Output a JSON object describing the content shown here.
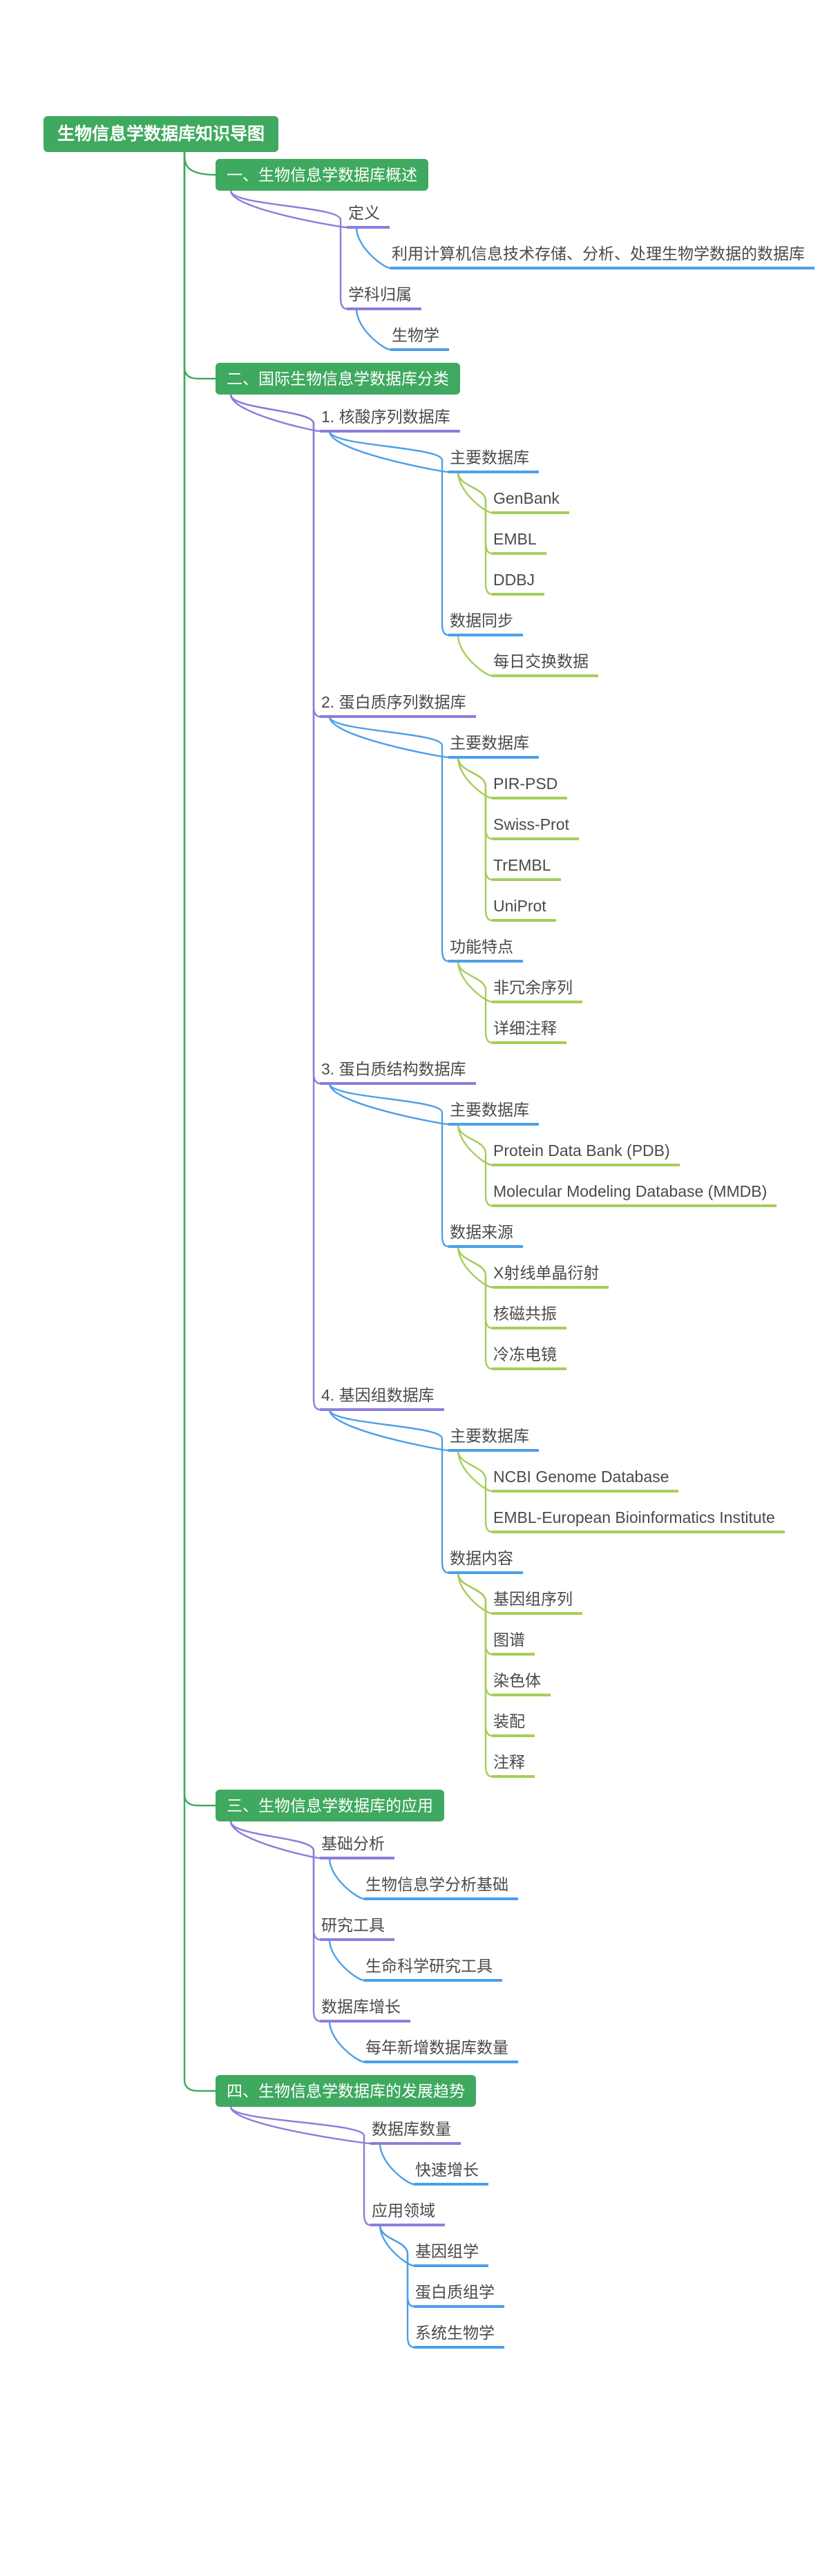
{
  "colors": {
    "primary_green": "#3FA95F",
    "branch_purple": "#8E7CDB",
    "branch_blue": "#4C9FE8",
    "branch_lime": "#A5CE5A",
    "text": "#4A4A4A",
    "box_text": "#FFFFFF",
    "background": "#FFFFFF"
  },
  "mindmap": {
    "root": {
      "label": "生物信息学数据库知识导图",
      "children": [
        {
          "label": "一、生物信息学数据库概述",
          "children": [
            {
              "label": "定义",
              "children": [
                {
                  "label": "利用计算机信息技术存储、分析、处理生物学数据的数据库"
                }
              ]
            },
            {
              "label": "学科归属",
              "children": [
                {
                  "label": "生物学"
                }
              ]
            }
          ]
        },
        {
          "label": "二、国际生物信息学数据库分类",
          "children": [
            {
              "label": "1. 核酸序列数据库",
              "children": [
                {
                  "label": "主要数据库",
                  "children": [
                    {
                      "label": "GenBank"
                    },
                    {
                      "label": "EMBL"
                    },
                    {
                      "label": "DDBJ"
                    }
                  ]
                },
                {
                  "label": "数据同步",
                  "children": [
                    {
                      "label": "每日交换数据"
                    }
                  ]
                }
              ]
            },
            {
              "label": "2. 蛋白质序列数据库",
              "children": [
                {
                  "label": "主要数据库",
                  "children": [
                    {
                      "label": "PIR-PSD"
                    },
                    {
                      "label": "Swiss-Prot"
                    },
                    {
                      "label": "TrEMBL"
                    },
                    {
                      "label": "UniProt"
                    }
                  ]
                },
                {
                  "label": "功能特点",
                  "children": [
                    {
                      "label": "非冗余序列"
                    },
                    {
                      "label": "详细注释"
                    }
                  ]
                }
              ]
            },
            {
              "label": "3. 蛋白质结构数据库",
              "children": [
                {
                  "label": "主要数据库",
                  "children": [
                    {
                      "label": "Protein Data Bank (PDB)"
                    },
                    {
                      "label": "Molecular Modeling Database (MMDB)"
                    }
                  ]
                },
                {
                  "label": "数据来源",
                  "children": [
                    {
                      "label": "X射线单晶衍射"
                    },
                    {
                      "label": "核磁共振"
                    },
                    {
                      "label": "冷冻电镜"
                    }
                  ]
                }
              ]
            },
            {
              "label": "4. 基因组数据库",
              "children": [
                {
                  "label": "主要数据库",
                  "children": [
                    {
                      "label": "NCBI Genome Database"
                    },
                    {
                      "label": "EMBL-European Bioinformatics Institute"
                    }
                  ]
                },
                {
                  "label": "数据内容",
                  "children": [
                    {
                      "label": "基因组序列"
                    },
                    {
                      "label": "图谱"
                    },
                    {
                      "label": "染色体"
                    },
                    {
                      "label": "装配"
                    },
                    {
                      "label": "注释"
                    }
                  ]
                }
              ]
            }
          ]
        },
        {
          "label": "三、生物信息学数据库的应用",
          "children": [
            {
              "label": "基础分析",
              "children": [
                {
                  "label": "生物信息学分析基础"
                }
              ]
            },
            {
              "label": "研究工具",
              "children": [
                {
                  "label": "生命科学研究工具"
                }
              ]
            },
            {
              "label": "数据库增长",
              "children": [
                {
                  "label": "每年新增数据库数量"
                }
              ]
            }
          ]
        },
        {
          "label": "四、生物信息学数据库的发展趋势",
          "children": [
            {
              "label": "数据库数量",
              "children": [
                {
                  "label": "快速增长"
                }
              ]
            },
            {
              "label": "应用领域",
              "children": [
                {
                  "label": "基因组学"
                },
                {
                  "label": "蛋白质组学"
                },
                {
                  "label": "系统生物学"
                }
              ]
            }
          ]
        }
      ]
    }
  }
}
